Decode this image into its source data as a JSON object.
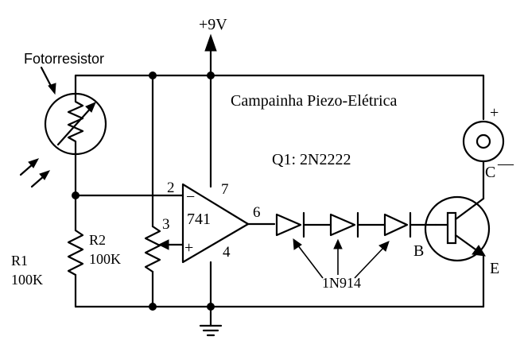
{
  "supply": {
    "label": "+9V"
  },
  "photoresistor": {
    "label": "Fotorresistor"
  },
  "buzzer": {
    "label": "Campainha Piezo-Elétrica",
    "plus": "+",
    "minus": "—"
  },
  "transistor": {
    "label": "Q1: 2N2222",
    "collector": "C",
    "base": "B",
    "emitter": "E"
  },
  "opamp": {
    "label": "741",
    "pin_inverting": "2",
    "pin_noninverting": "3",
    "pin_vcc": "7",
    "pin_ground": "4",
    "pin_output": "6",
    "minus_sign": "−",
    "plus_sign": "+"
  },
  "resistors": {
    "r1_name": "R1",
    "r1_value": "100K",
    "r2_name": "R2",
    "r2_value": "100K"
  },
  "diodes": {
    "label": "1N914"
  }
}
